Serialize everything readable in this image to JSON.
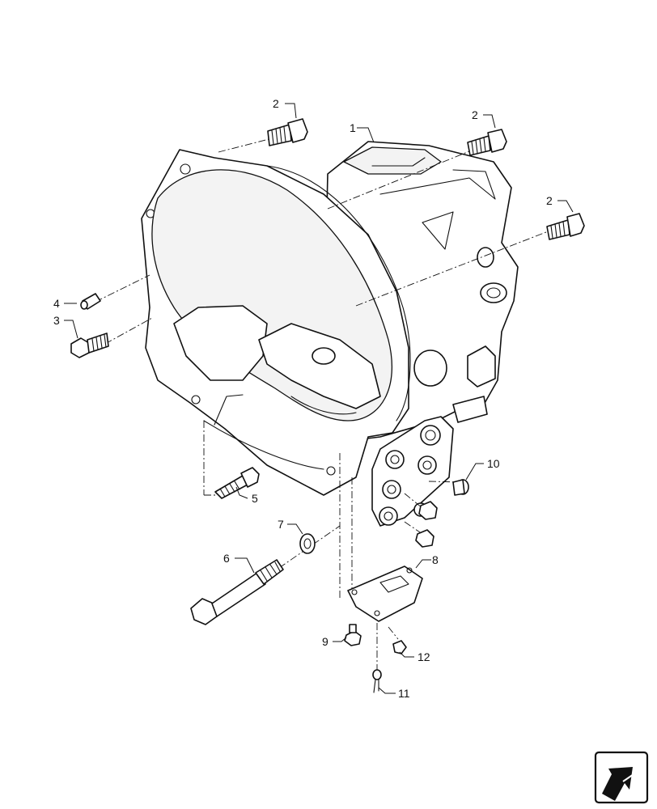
{
  "diagram": {
    "callouts": {
      "c1": "1",
      "c2a": "2",
      "c2b": "2",
      "c2c": "2",
      "c3": "3",
      "c4": "4",
      "c5": "5",
      "c6": "6",
      "c7": "7",
      "c8": "8",
      "c9": "9",
      "c10": "10",
      "c11": "11",
      "c12": "12"
    }
  },
  "nav": {
    "icon": "next-page-arrow-icon"
  },
  "colors": {
    "ink": "#111111",
    "paper": "#ffffff"
  }
}
